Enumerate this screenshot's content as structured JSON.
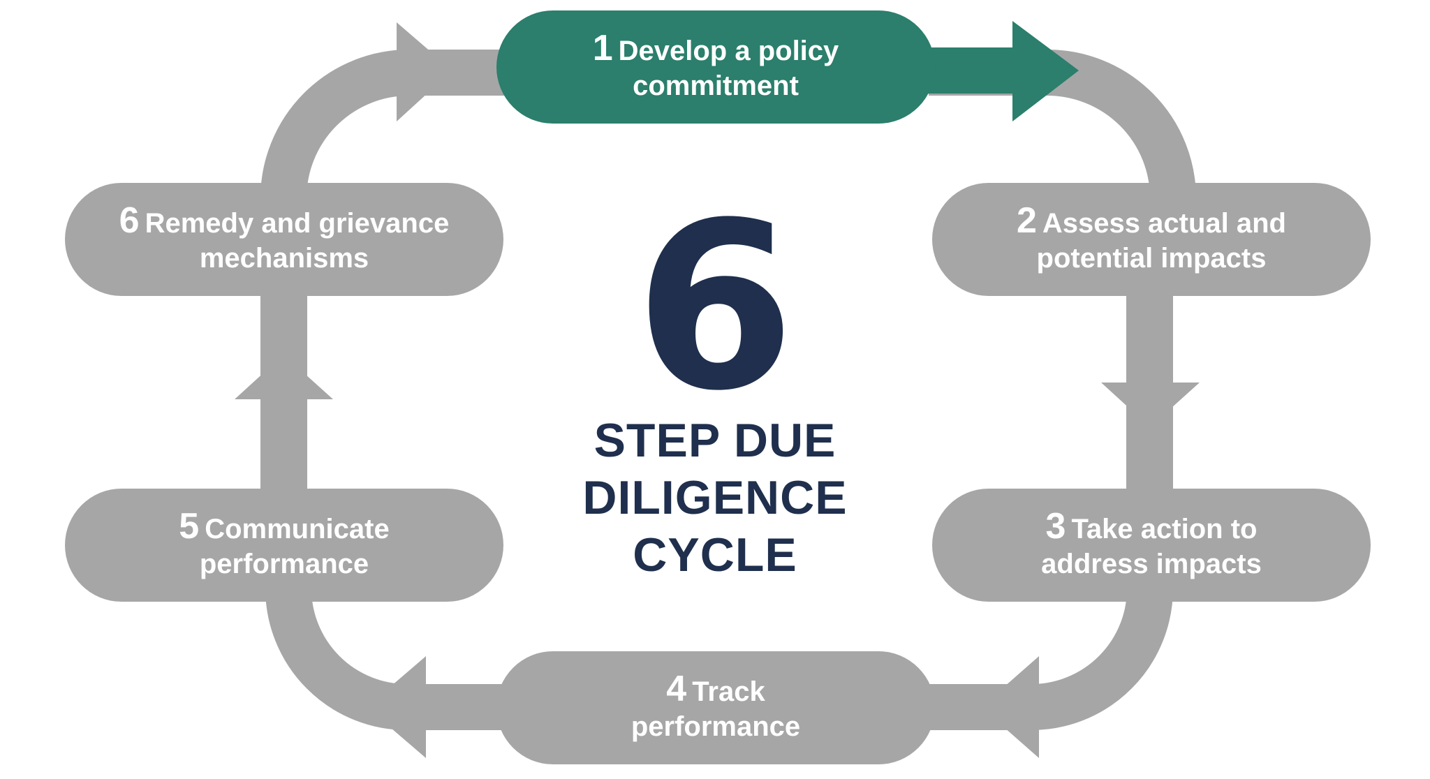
{
  "colors": {
    "active_step": "#2b7f6c",
    "inactive_step": "#a6a6a6",
    "connector": "#a6a6a6",
    "title": "#1f2f4d",
    "step_text": "#ffffff"
  },
  "center": {
    "number": "6",
    "line1": "STEP DUE",
    "line2": "DILIGENCE",
    "line3": "CYCLE"
  },
  "steps": [
    {
      "number": "1",
      "line1": "Develop a policy",
      "line2": "commitment",
      "active": true
    },
    {
      "number": "2",
      "line1": "Assess actual and",
      "line2": "potential impacts",
      "active": false
    },
    {
      "number": "3",
      "line1": "Take action to",
      "line2": "address impacts",
      "active": false
    },
    {
      "number": "4",
      "line1": "Track",
      "line2": "performance",
      "active": false
    },
    {
      "number": "5",
      "line1": "Communicate",
      "line2": "performance",
      "active": false
    },
    {
      "number": "6",
      "line1": "Remedy and grievance",
      "line2": "mechanisms",
      "active": false
    }
  ]
}
